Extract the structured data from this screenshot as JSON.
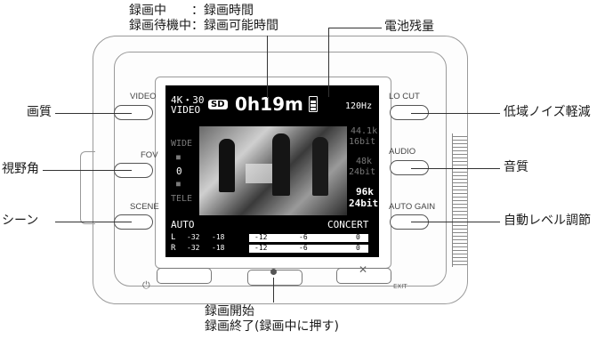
{
  "callouts": {
    "recording_status_line1": "録画中　　：録画時間",
    "recording_status_line2": "録画待機中：録画可能時間",
    "battery": "電池残量",
    "quality": "画質",
    "fov": "視野角",
    "scene": "シーン",
    "lowcut": "低域ノイズ軽減",
    "audio": "音質",
    "autogain": "自動レベル調節",
    "record_line1": "録画開始",
    "record_line2": "録画終了(録画中に押す)"
  },
  "buttons": {
    "video": "VIDEO",
    "fov": "FOV",
    "scene": "SCENE",
    "lowcut": "LO CUT",
    "audio": "AUDIO",
    "autogain": "AUTO GAIN",
    "exit": "EXIT"
  },
  "screen": {
    "resolution": "4K・30",
    "mode": "VIDEO",
    "media": "SD",
    "time": "0h19m",
    "lowcut_freq": "120Hz",
    "fov_options": [
      "WIDE",
      "0",
      "TELE"
    ],
    "audio_rates": [
      {
        "rate": "44.1k",
        "bits": "16bit",
        "active": false
      },
      {
        "rate": "48k",
        "bits": "24bit",
        "active": false
      },
      {
        "rate": "96k",
        "bits": "24bit",
        "active": true
      }
    ],
    "autogain": "AUTO",
    "scene_name": "CONCERT",
    "meter": {
      "channels": [
        "L",
        "R"
      ],
      "scale": [
        "-32",
        "-18",
        "-12",
        "-6",
        "0"
      ],
      "level_L": 0.36,
      "level_R": 0.36
    }
  },
  "colors": {
    "screen_bg": "#000000",
    "text": "#1a1a1a",
    "outline": "#9a9a9a"
  }
}
